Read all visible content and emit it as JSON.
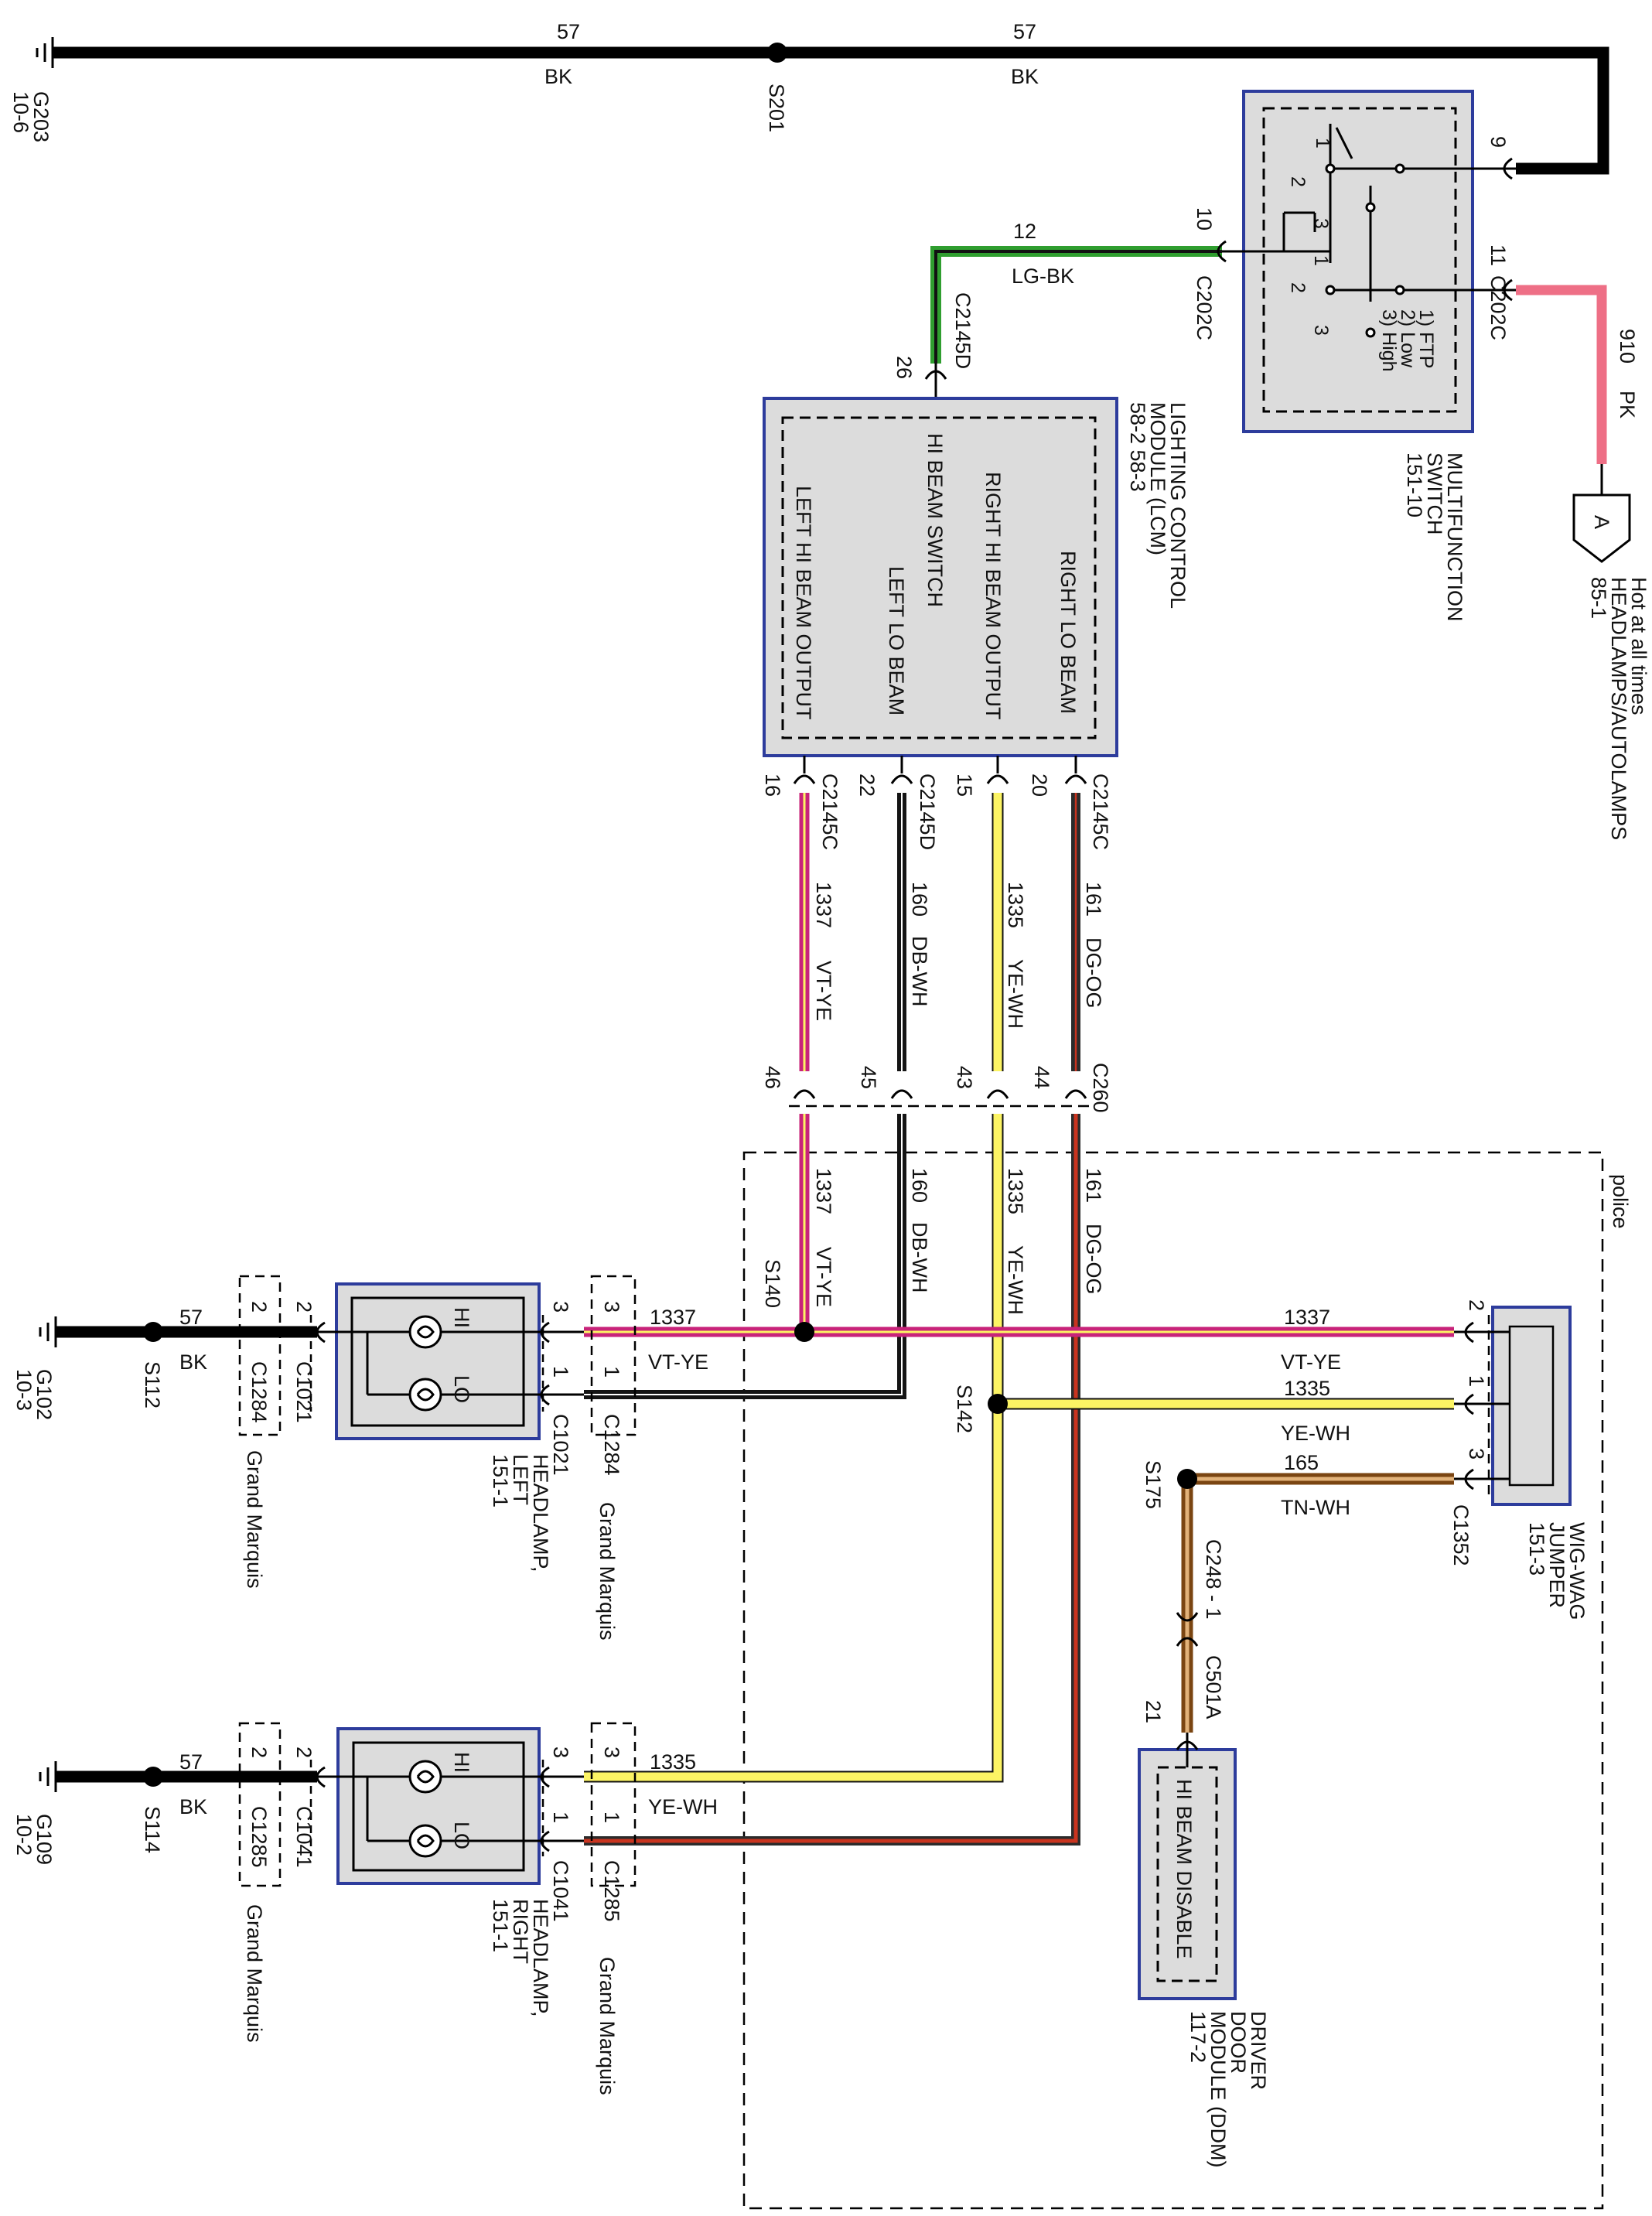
{
  "colors": {
    "BK": "#000000",
    "LG": "#2f9e2f",
    "PK": "#ee6f86",
    "VT": "#c8237a",
    "YE": "#fcf464",
    "WH": "#ffffff",
    "DB": "#141414",
    "DG": "#2b2b2b",
    "OG": "#c9341f",
    "TN": "#b8732a",
    "module_fill": "#dcdcdc",
    "module_border": "#2d3c9c"
  },
  "ground_top": {
    "id": "G203",
    "page": "10-6"
  },
  "splice_s201": "S201",
  "top_wire_left": {
    "circuit": "57",
    "color": "BK"
  },
  "top_wire_right": {
    "circuit": "57",
    "color": "BK"
  },
  "multifunction_switch": {
    "title": "MULTIFUNCTION SWITCH",
    "line1": "MULTIFUNCTION",
    "line2": "SWITCH",
    "page": "151-10",
    "pin_9": "9",
    "pin_10": "10",
    "pin_11": "11",
    "connector_10": "C202C",
    "connector_11": "C202C",
    "contact_1": "1",
    "contact_2": "2",
    "contact_3": "3",
    "contact_1b": "1",
    "contact_2b": "2",
    "contact_3b": "3",
    "legend_1": "1) FTP",
    "legend_2": "2) Low",
    "legend_3": "3) High"
  },
  "hot_feed": {
    "circuit": "910",
    "color": "PK",
    "connector_letter": "A",
    "line1": "Hot at all times",
    "line2": "HEADLAMPS/AUTOLAMPS",
    "page": "85-1"
  },
  "hi_beam_switch_wire": {
    "circuit": "12",
    "color": "LG-BK",
    "connector": "C2145D",
    "pin": "26"
  },
  "lcm": {
    "line1": "LIGHTING CONTROL",
    "line2": "MODULE (LCM)",
    "pages": "58-2  58-3",
    "functions": [
      "RIGHT LO BEAM",
      "RIGHT HI BEAM OUTPUT",
      "HI BEAM SWITCH",
      "LEFT LO BEAM",
      "LEFT HI BEAM OUTPUT"
    ],
    "connector_c": "C2145C",
    "connector_d": "C2145D"
  },
  "lcm_outputs": [
    {
      "pin": "16",
      "circuit": "1337",
      "color": "VT-YE"
    },
    {
      "pin": "22",
      "circuit": "160",
      "color": "DB-WH"
    },
    {
      "pin": "15",
      "circuit": "1335",
      "color": "YE-WH"
    },
    {
      "pin": "20",
      "circuit": "161",
      "color": "DG-OG"
    }
  ],
  "c260": {
    "connector": "C260",
    "pins": [
      "46",
      "45",
      "43",
      "44"
    ]
  },
  "police_label": "police",
  "splices": {
    "s140": "S140",
    "s142": "S142",
    "s175": "S175",
    "s112": "S112",
    "s114": "S114"
  },
  "headlamp_left": {
    "line1": "HEADLAMP,",
    "line2": "LEFT",
    "page": "151-1",
    "connector": "C1021",
    "inline": "C1284",
    "hi": "HI",
    "lo": "LO",
    "pin_hi_in": "3",
    "pin_lo_in": "1",
    "pin_gnd": "2",
    "wire_hi_circuit": "1337",
    "wire_hi_color": "VT-YE",
    "variant": "Grand Marquis"
  },
  "headlamp_right": {
    "line1": "HEADLAMP,",
    "line2": "RIGHT",
    "page": "151-1",
    "connector": "C1041",
    "inline": "C1285",
    "hi": "HI",
    "lo": "LO",
    "pin_hi_in": "3",
    "pin_lo_in": "1",
    "pin_gnd": "2",
    "wire_hi_circuit": "1335",
    "wire_hi_color": "YE-WH",
    "variant": "Grand Marquis"
  },
  "ground_left": {
    "id": "G102",
    "page": "10-3",
    "circuit": "57",
    "color": "BK"
  },
  "ground_right": {
    "id": "G109",
    "page": "10-2",
    "circuit": "57",
    "color": "BK"
  },
  "wig_wag": {
    "line1": "WIG-WAG",
    "line2": "JUMPER",
    "page": "151-3",
    "connector": "C1352",
    "pin_2": "2",
    "pin_1": "1",
    "pin_3": "3",
    "wire_2_circuit": "1337",
    "wire_2_color": "VT-YE",
    "wire_1_circuit": "1335",
    "wire_1_color": "YE-WH",
    "wire_3_circuit": "165",
    "wire_3_color": "TN-WH"
  },
  "ddm": {
    "line1": "DRIVER",
    "line2": "DOOR",
    "line3": "MODULE (DDM)",
    "page": "117-2",
    "function": "HI BEAM DISABLE",
    "connector_a": "C248 - 1",
    "connector_b": "C501A",
    "pin": "21"
  }
}
